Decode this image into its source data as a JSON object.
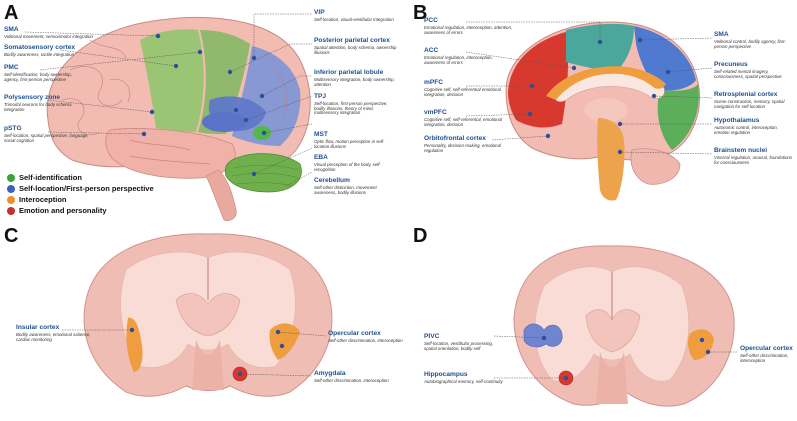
{
  "panels": {
    "a": "A",
    "b": "B",
    "c": "C",
    "d": "D"
  },
  "legend": [
    {
      "label": "Self-identification",
      "color": "#3ea23a"
    },
    {
      "label": "Self-location/First-person perspective",
      "color": "#3b5fc4"
    },
    {
      "label": "Interoception",
      "color": "#e8922a"
    },
    {
      "label": "Emotion and personality",
      "color": "#c9302c"
    }
  ],
  "colors": {
    "label_blue": "#1d4f91",
    "brain_pink": "#f0b7ae",
    "brain_dark": "#d98a84",
    "green": "#7bbf5a",
    "blue": "#6b84cf",
    "orange": "#e8922a",
    "red": "#d33a31",
    "teal": "#4aa79b"
  },
  "panelA": {
    "sma": {
      "title": "SMA",
      "desc": "Volitional movement, sensorimotor integration"
    },
    "somatosensory": {
      "title": "Somatosensory cortex",
      "desc": "Bodily awareness, tactile integration"
    },
    "pmc": {
      "title": "PMC",
      "desc": "Self-identification, body ownership, agency, first-person perspective"
    },
    "polysensory": {
      "title": "Polysensory zone",
      "desc": "Trimodal neurons for body schema integration"
    },
    "pstg": {
      "title": "pSTG",
      "desc": "Self-location, spatial perspective, language, social cognition"
    },
    "vip": {
      "title": "VIP",
      "desc": "Self-location, visual-vestibular integration"
    },
    "ppc": {
      "title": "Posterior parietal cortex",
      "desc": "Spatial attention, body schema, ownership illusions"
    },
    "ipl": {
      "title": "Inferior parietal lobule",
      "desc": "Multisensory integration, body ownership, attention"
    },
    "tpj": {
      "title": "TPJ",
      "desc": "Self-location, first-person perspective, bodily illusions, theory of mind, multisensory integration"
    },
    "mst": {
      "title": "MST",
      "desc": "Optic flow, motion perception in self-location illusions"
    },
    "eba": {
      "title": "EBA",
      "desc": "Visual perception of the body, self-recognition"
    },
    "cerebellum": {
      "title": "Cerebellum",
      "desc": "Self-other distinction, movement awareness, bodily illusions"
    }
  },
  "panelB": {
    "pcc": {
      "title": "PCC",
      "desc": "Emotional regulation, interoception, attention, awareness of errors"
    },
    "acc": {
      "title": "ACC",
      "desc": "Emotional regulation, interoception, awareness of errors"
    },
    "mpfc": {
      "title": "mPFC",
      "desc": "Cognitive self, self-referential emotional integration, decision"
    },
    "vmpfc": {
      "title": "vmPFC",
      "desc": "Cognitive self, self-referential, emotional integration, decision"
    },
    "ofc": {
      "title": "Orbitofrontal cortex",
      "desc": "Personality, decision-making, emotional regulation"
    },
    "sma": {
      "title": "SMA",
      "desc": "Volitional control, bodily agency, first-person perspective"
    },
    "precuneus": {
      "title": "Precuneus",
      "desc": "Self-related mental imagery, consciousness, spatial perspective"
    },
    "retrosplenial": {
      "title": "Retrosplenial cortex",
      "desc": "Scene construction, memory, spatial navigation for self-location"
    },
    "hypothalamus": {
      "title": "Hypothalamus",
      "desc": "Autonomic control, interoception, emotion regulation"
    },
    "brainstem": {
      "title": "Brainstem nuclei",
      "desc": "Visceral regulation, arousal, foundations for consciousness"
    }
  },
  "panelC": {
    "insular": {
      "title": "Insular cortex",
      "desc": "Bodily awareness, emotional salience, cardiac monitoring"
    },
    "opercular": {
      "title": "Opercular cortex",
      "desc": "Self-other discrimination, interoception"
    },
    "amygdala": {
      "title": "Amygdala",
      "desc": "Self-other discrimination, interoception"
    }
  },
  "panelD": {
    "pivc": {
      "title": "PIVC",
      "desc": "Self-location, vestibular processing, spatial orientation, bodily self"
    },
    "hippocampus": {
      "title": "Hippocampus",
      "desc": "Autobiographical memory, self-continuity"
    },
    "opercular": {
      "title": "Opercular cortex",
      "desc": "Self-other discrimination, interoception"
    }
  }
}
